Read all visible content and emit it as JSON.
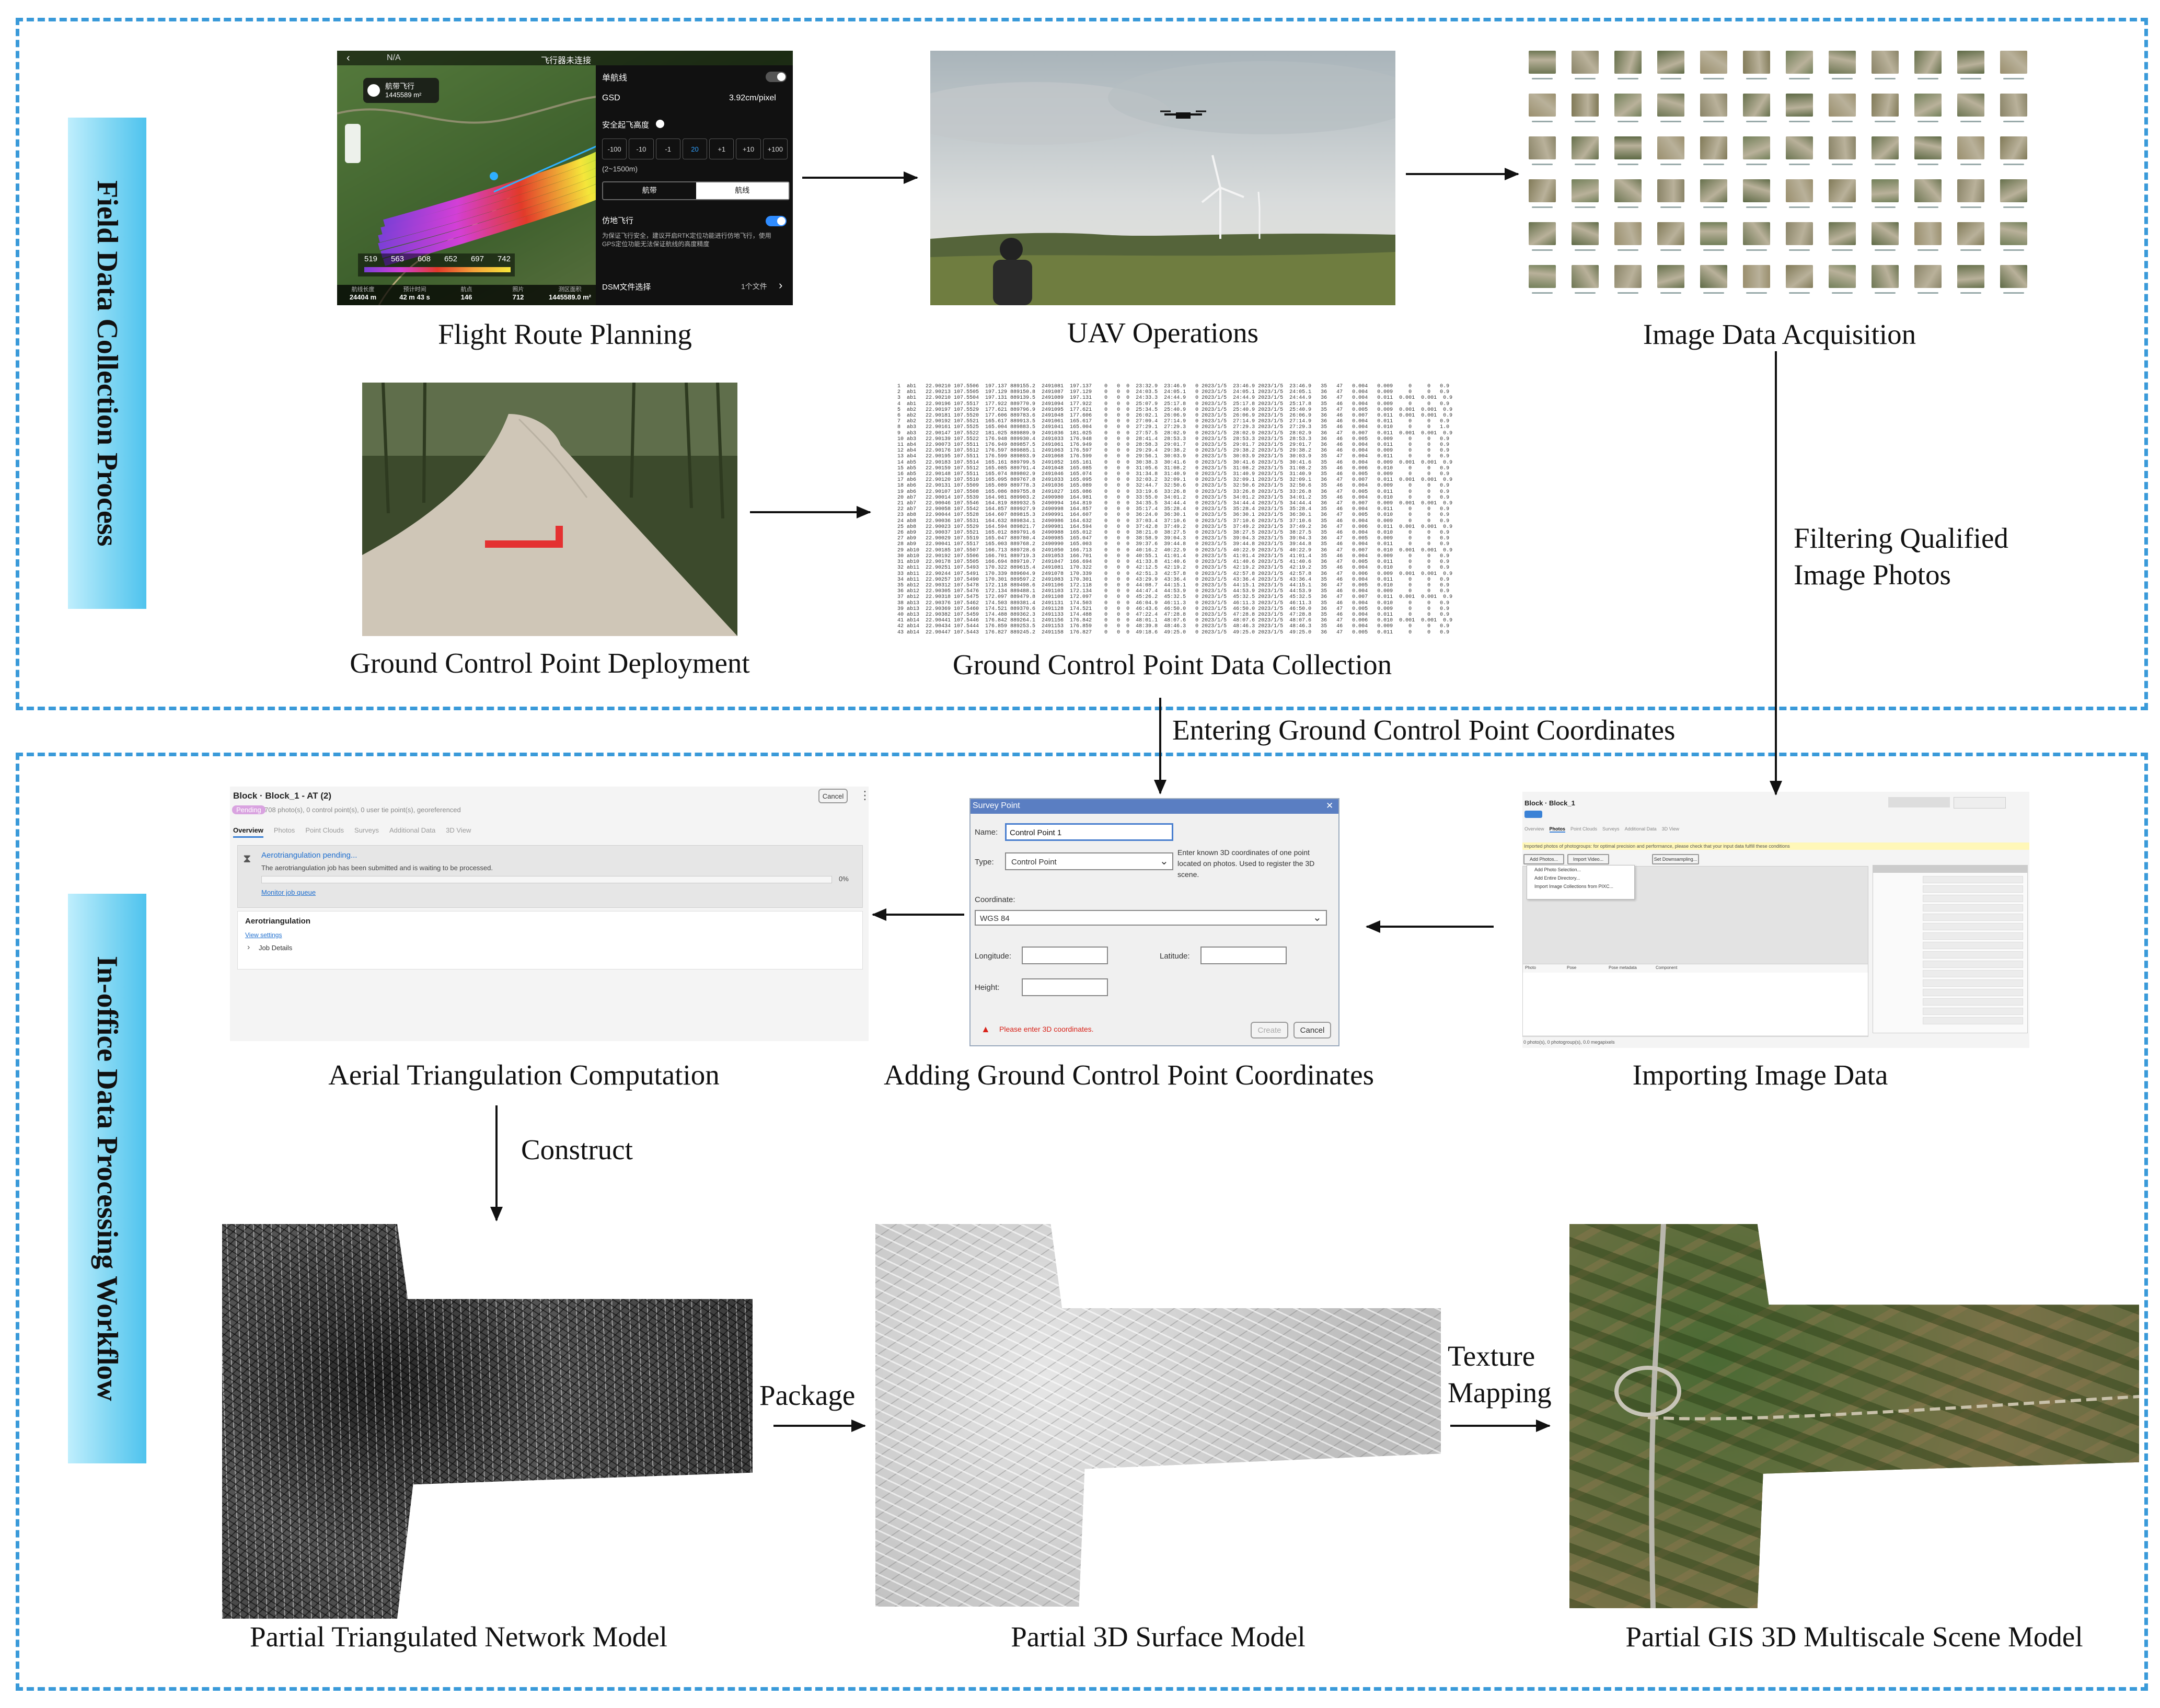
{
  "sections": {
    "field": {
      "title": "Field Data Collection Process"
    },
    "office": {
      "title": "In-office Data Processing Workflow"
    }
  },
  "captions": {
    "flight_route": "Flight Route Planning",
    "uav_ops": "UAV Operations",
    "image_acq": "Image Data Acquisition",
    "gcp_deploy": "Ground Control Point Deployment",
    "gcp_collect": "Ground Control Point Data Collection",
    "aerial_tri": "Aerial Triangulation Computation",
    "adding_gcp": "Adding Ground Control Point Coordinates",
    "importing": "Importing Image Data",
    "tin_model": "Partial Triangulated Network Model",
    "surface_model": "Partial 3D Surface Model",
    "gis_model": "Partial GIS 3D Multiscale Scene Model"
  },
  "flow_labels": {
    "filtering_line1": "Filtering Qualified",
    "filtering_line2": "Image Photos",
    "entering_gcp": "Entering Ground Control Point Coordinates",
    "construct": "Construct",
    "package": "Package",
    "texture_line1": "Texture",
    "texture_line2": "Mapping"
  },
  "flight_app": {
    "status_left": "N/A",
    "status_title": "飞行器未连接",
    "route_name": "航带飞行",
    "route_area": "1445589 m²",
    "single_route": "单航线",
    "gsd_label": "GSD",
    "gsd_value": "3.92cm/pixel",
    "safe_height_label": "安全起飞高度",
    "range": "(2~1500m)",
    "steps": [
      "-100",
      "-10",
      "-1",
      "20",
      "+1",
      "+10",
      "+100"
    ],
    "mode_left": "航带",
    "mode_right": "航线",
    "terrain_follow": "仿地飞行",
    "terrain_note": "为保证飞行安全，建议开启RTK定位功能进行仿地飞行，使用GPS定位功能无法保证航线的高度精度",
    "dsm_label": "DSM文件选择",
    "dsm_value": "1个文件",
    "legend_values": [
      "519",
      "563",
      "608",
      "652",
      "697",
      "742"
    ],
    "stats_labels": [
      "航线长度",
      "预计时间",
      "航点",
      "照片",
      "测区面积"
    ],
    "stats_values": [
      "24404 m",
      "42 m 43 s",
      "146",
      "712",
      "1445589.0 m²"
    ]
  },
  "at_panel": {
    "title": "Block · Block_1 - AT (2)",
    "badge": "Pending",
    "subtitle": "708 photo(s), 0 control point(s), 0 user tie point(s), georeferenced",
    "cancel": "Cancel",
    "tabs": [
      "Overview",
      "Photos",
      "Point Clouds",
      "Surveys",
      "Additional Data",
      "3D View"
    ],
    "status_title": "Aerotriangulation pending...",
    "status_desc": "The aerotriangulation job has been submitted and is waiting to be processed.",
    "percent": "0%",
    "progress": 0,
    "monitor_link": "Monitor job queue",
    "section_title": "Aerotriangulation",
    "view_settings": "View settings",
    "job_details": "Job Details"
  },
  "survey_dialog": {
    "title": "Survey Point",
    "close": "✕",
    "name_label": "Name:",
    "name_value": "Control Point 1",
    "type_label": "Type:",
    "type_value": "Control Point",
    "help_text": "Enter known 3D coordinates of one point located on photos. Used to register the 3D scene.",
    "coord_label": "Coordinate:",
    "coord_value": "WGS 84",
    "longitude_label": "Longitude:",
    "latitude_label": "Latitude:",
    "height_label": "Height:",
    "warning": "Please enter 3D coordinates.",
    "create_btn": "Create",
    "cancel_btn": "Cancel"
  },
  "import_panel": {
    "title": "Block · Block_1",
    "tabs": [
      "Overview",
      "Photos",
      "Point Clouds",
      "Surveys",
      "Additional Data",
      "3D View"
    ],
    "notice": "Imported photos of photogroups: for optimal precision and performance, please check that your input data fulfill these conditions",
    "menu_items": [
      "Add Photo Selection...",
      "Add Entire Directory...",
      "Import Image Collections from PIXC..."
    ],
    "btn_add": "Add Photos...",
    "btn_import": "Import Video...",
    "btn_downsample": "Set Downsampling...",
    "col_headers": [
      "Photo",
      "Pose",
      "Pose metadata",
      "Component"
    ],
    "footer": "0 photo(s), 0 photogroup(s), 0.0 megapixels"
  },
  "gcp_table_text": "1  ab1   22.90210 107.5506  197.137 889155.2  2491081  197.137    0   0  0  23:32.9  23:46.9   0 2023/1/5  23:46.9 2023/1/5  23:46.9   35   47   0.004   0.009     0     0   0.9\n2  ab1   22.90213 107.5505  197.129 889150.8  2491087  197.129    0   0  0  24:03.5  24:05.1   0 2023/1/5  24:05.1 2023/1/5  24:05.1   36   47   0.004   0.009     0     0   0.9\n3  ab1   22.90210 107.5504  197.131 889139.5  2491089  197.131    0   0  0  24:33.3  24:44.9   0 2023/1/5  24:44.9 2023/1/5  24:44.9   36   47   0.004   0.011  0.001  0.001  0.9\n4  ab1   22.90196 107.5517  177.922 889770.9  2491094  177.922    0   0  0  25:07.9  25:17.8   0 2023/1/5  25:17.8 2023/1/5  25:17.8   35   46   0.004   0.009     0     0   0.9\n5  ab2   22.90197 107.5529  177.621 889796.9  2491095  177.621    0   0  0  25:34.5  25:40.9   0 2023/1/5  25:40.9 2023/1/5  25:40.9   35   47   0.005   0.009  0.001  0.001  0.9\n6  ab2   22.90181 107.5520  177.606 889783.6  2491048  177.606    0   0  0  26:02.1  26:06.9   0 2023/1/5  26:06.9 2023/1/5  26:06.9   36   46   0.007   0.011  0.001  0.001  0.9\n7  ab2   22.90192 107.5521  165.617 889913.5  2491061  165.617    0   0  0  27:09.4  27:14.9   0 2023/1/5  27:14.9 2023/1/5  27:14.9   36   46   0.004   0.011     0     0   0.9\n8  ab3   22.90161 107.5525  165.004 889883.5  2491041  165.004    0   0  0  27:29.1  27:29.3   0 2023/1/5  27:29.3 2023/1/5  27:29.3   35   46   0.004   0.010     0     0   1.0\n9  ab3   22.90147 107.5522  181.025 889889.9  2491036  181.025    0   0  0  27:57.5  28:02.9   0 2023/1/5  28:02.9 2023/1/5  28:02.9   36   47   0.007   0.011  0.001  0.001  0.9\n10 ab3   22.90139 107.5522  176.948 889930.4  2491033  176.948    0   0  0  28:41.4  28:53.3   0 2023/1/5  28:53.3 2023/1/5  28:53.3   36   46   0.005   0.009     0     0   0.9\n11 ab4   22.90073 107.5511  176.949 889857.5  2491061  176.949    0   0  0  28:58.3  29:01.7   0 2023/1/5  29:01.7 2023/1/5  29:01.7   36   46   0.004   0.011     0     0   0.9\n12 ab4   22.90176 107.5512  176.597 889885.1  2491063  176.597    0   0  0  29:29.4  29:38.2   0 2023/1/5  29:38.2 2023/1/5  29:38.2   36   46   0.004   0.009     0     0   0.9\n13 ab4   22.90195 107.5511  176.599 889893.9  2491068  176.599    0   0  0  29:56.1  30:03.9   0 2023/1/5  30:03.9 2023/1/5  30:03.9   35   47   0.004   0.011     0     0   0.9\n14 ab5   22.90183 107.5514  165.161 889799.5  2491052  165.161    0   0  0  30:38.3  30:41.6   0 2023/1/5  30:41.6 2023/1/5  30:41.6   35   46   0.004   0.009  0.001  0.001  0.9\n15 ab5   22.90159 107.5512  165.085 889791.4  2491048  165.085    0   0  0  31:05.6  31:08.2   0 2023/1/5  31:08.2 2023/1/5  31:08.2   35   46   0.006   0.010     0     0   0.9\n16 ab5   22.90148 107.5511  165.074 889802.9  2491046  165.074    0   0  0  31:34.8  31:40.9   0 2023/1/5  31:40.9 2023/1/5  31:40.9   35   46   0.005   0.009     0     0   0.9\n17 ab6   22.90120 107.5510  165.095 889767.8  2491033  165.095    0   0  0  32:03.2  32:09.1   0 2023/1/5  32:09.1 2023/1/5  32:09.1   36   47   0.007   0.011  0.001  0.001  0.9\n18 ab6   22.90131 107.5509  165.089 889778.3  2491036  165.089    0   0  0  32:44.7  32:50.6   0 2023/1/5  32:50.6 2023/1/5  32:50.6   35   46   0.004   0.009     0     0   0.9\n19 ab6   22.90107 107.5508  165.086 889755.8  2491027  165.086    0   0  0  33:19.6  33:26.8   0 2023/1/5  33:26.8 2023/1/5  33:26.8   36   47   0.005   0.011     0     0   0.9\n20 ab7   22.90014 107.5539  164.981 889903.2  2490980  164.981    0   0  0  33:55.0  34:01.2   0 2023/1/5  34:01.2 2023/1/5  34:01.2   35   46   0.004   0.010     0     0   0.9\n21 ab7   22.90046 107.5546  164.819 889932.5  2490994  164.819    0   0  0  34:35.5  34:44.4   0 2023/1/5  34:44.4 2023/1/5  34:44.4   36   47   0.007   0.009  0.001  0.001  0.9\n22 ab7   22.90058 107.5542  164.857 889927.9  2490998  164.857    0   0  0  35:17.4  35:28.4   0 2023/1/5  35:28.4 2023/1/5  35:28.4   35   46   0.004   0.011     0     0   0.9\n23 ab8   22.90044 107.5528  164.607 889815.3  2490991  164.607    0   0  0  36:24.0  36:30.1   0 2023/1/5  36:30.1 2023/1/5  36:30.1   36   47   0.005   0.010     0     0   0.9\n24 ab8   22.90036 107.5531  164.632 889834.1  2490986  164.632    0   0  0  37:03.4  37:10.6   0 2023/1/5  37:10.6 2023/1/5  37:10.6   35   46   0.004   0.009     0     0   0.9\n25 ab8   22.90023 107.5529  164.594 889821.7  2490981  164.594    0   0  0  37:42.8  37:49.2   0 2023/1/5  37:49.2 2023/1/5  37:49.2   36   47   0.006   0.011  0.001  0.001  0.9\n26 ab9   22.90037 107.5521  165.012 889791.6  2490988  165.012    0   0  0  38:21.0  38:27.5   0 2023/1/5  38:27.5 2023/1/5  38:27.5   35   46   0.004   0.010     0     0   0.9\n27 ab9   22.90029 107.5519  165.047 889780.4  2490985  165.047    0   0  0  38:58.9  39:04.3   0 2023/1/5  39:04.3 2023/1/5  39:04.3   36   47   0.005   0.009     0     0   0.9\n28 ab9   22.90041 107.5517  165.003 889768.2  2490990  165.003    0   0  0  39:37.6  39:44.8   0 2023/1/5  39:44.8 2023/1/5  39:44.8   35   46   0.004   0.011     0     0   0.9\n29 ab10  22.90185 107.5507  166.713 889728.6  2491050  166.713    0   0  0  40:16.2  40:22.9   0 2023/1/5  40:22.9 2023/1/5  40:22.9   36   47   0.007   0.010  0.001  0.001  0.9\n30 ab10  22.90192 107.5506  166.701 889719.3  2491053  166.701    0   0  0  40:55.1  41:01.4   0 2023/1/5  41:01.4 2023/1/5  41:01.4   35   46   0.004   0.009     0     0   0.9\n31 ab10  22.90178 107.5505  166.694 889710.7  2491047  166.694    0   0  0  41:33.8  41:40.6   0 2023/1/5  41:40.6 2023/1/5  41:40.6   36   47   0.005   0.011     0     0   0.9\n32 ab11  22.90251 107.5493  170.322 889615.4  2491081  170.322    0   0  0  42:12.5  42:19.2   0 2023/1/5  42:19.2 2023/1/5  42:19.2   35   46   0.004   0.010     0     0   0.9\n33 ab11  22.90244 107.5491  170.339 889604.9  2491078  170.339    0   0  0  42:51.3  42:57.8   0 2023/1/5  42:57.8 2023/1/5  42:57.8   36   47   0.006   0.009  0.001  0.001  0.9\n34 ab11  22.90257 107.5490  170.301 889597.2  2491083  170.301    0   0  0  43:29.9  43:36.4   0 2023/1/5  43:36.4 2023/1/5  43:36.4   35   46   0.004   0.011     0     0   0.9\n35 ab12  22.90312 107.5478  172.118 889498.6  2491106  172.118    0   0  0  44:08.7  44:15.1   0 2023/1/5  44:15.1 2023/1/5  44:15.1   36   47   0.005   0.010     0     0   0.9\n36 ab12  22.90305 107.5476  172.134 889488.1  2491103  172.134    0   0  0  44:47.4  44:53.9   0 2023/1/5  44:53.9 2023/1/5  44:53.9   35   46   0.004   0.009     0     0   0.9\n37 ab12  22.90318 107.5475  172.097 889479.8  2491108  172.097    0   0  0  45:26.2  45:32.5   0 2023/1/5  45:32.5 2023/1/5  45:32.5   36   47   0.007   0.011  0.001  0.001  0.9\n38 ab13  22.90376 107.5462  174.503 889381.4  2491131  174.503    0   0  0  46:04.9  46:11.3   0 2023/1/5  46:11.3 2023/1/5  46:11.3   35   46   0.004   0.010     0     0   0.9\n39 ab13  22.90369 107.5460  174.521 889370.6  2491128  174.521    0   0  0  46:43.6  46:50.0   0 2023/1/5  46:50.0 2023/1/5  46:50.0   36   47   0.005   0.009     0     0   0.9\n40 ab13  22.90382 107.5459  174.488 889362.3  2491133  174.488    0   0  0  47:22.4  47:28.8   0 2023/1/5  47:28.8 2023/1/5  47:28.8   35   46   0.004   0.011     0     0   0.9\n41 ab14  22.90441 107.5446  176.842 889264.1  2491156  176.842    0   0  0  48:01.1  48:07.6   0 2023/1/5  48:07.6 2023/1/5  48:07.6   36   47   0.006   0.010  0.001  0.001  0.9\n42 ab14  22.90434 107.5444  176.859 889253.5  2491153  176.859    0   0  0  48:39.8  48:46.3   0 2023/1/5  48:46.3 2023/1/5  48:46.3   35   46   0.004   0.009     0     0   0.9\n43 ab14  22.90447 107.5443  176.827 889245.2  2491158  176.827    0   0  0  49:18.6  49:25.0   0 2023/1/5  49:25.0 2023/1/5  49:25.0   36   47   0.005   0.011     0     0   0.9"
}
